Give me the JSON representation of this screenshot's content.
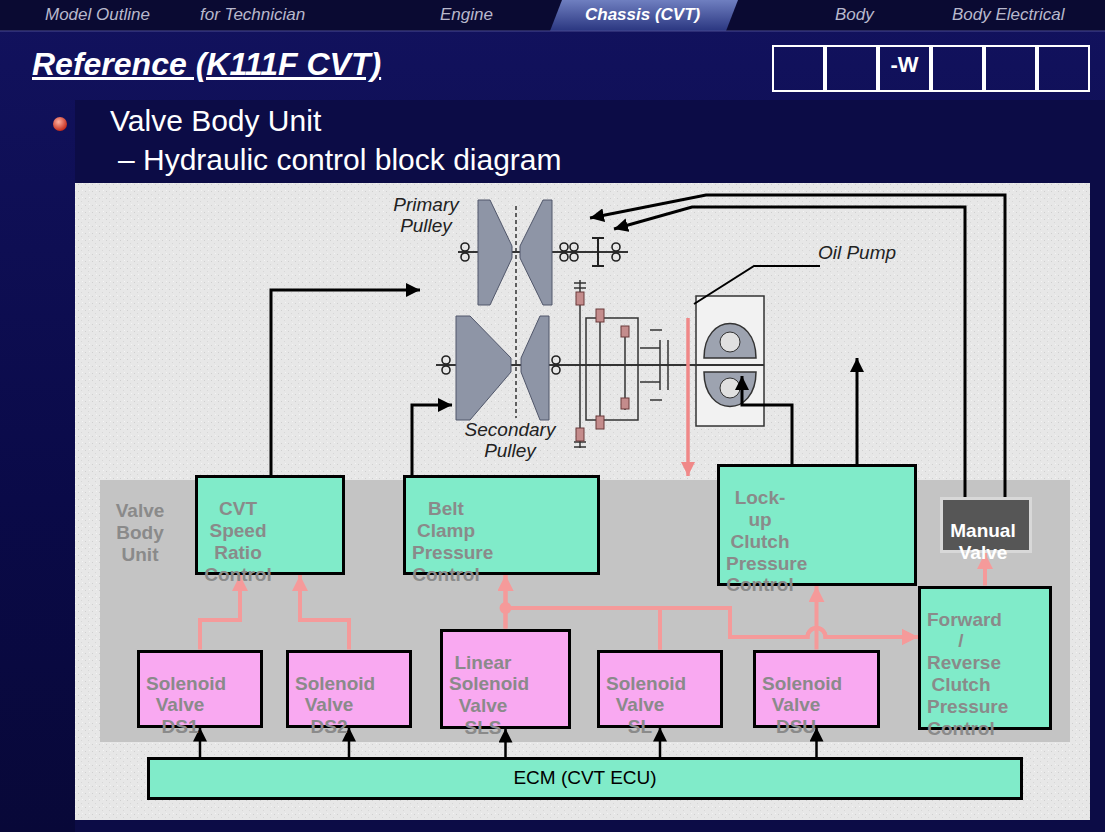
{
  "diagram": {
    "title": "Reference (K111F CVT)",
    "nodes": [
      {
        "text": [
          "Valve Body Unit"
        ]
      },
      {
        "text": [
          "CVT Speed Ratio Control"
        ],
        "in": 0
      },
      {
        "text": [
          "Belt Clamp Pressure Control"
        ],
        "in": 0
      },
      {
        "text": [
          "Lock-up Clutch Pressure Control"
        ],
        "in": 0
      },
      {
        "text": [
          "Manual Valve"
        ],
        "in": 0
      },
      {
        "text": [
          "Forward / Reverse Clutch Pressure Control"
        ],
        "in": 0
      },
      {
        "text": [
          "Solenoid Valve DS1"
        ],
        "in": 0
      },
      {
        "text": [
          "Solenoid Valve DS2"
        ],
        "in": 0
      },
      {
        "text": [
          "Linear Solenoid Valve SLS"
        ],
        "in": 0
      },
      {
        "text": [
          "Solenoid Valve SL"
        ],
        "in": 0
      },
      {
        "text": [
          "Solenoid Valve DSU"
        ],
        "in": 0
      },
      {
        "text": [
          "ECM (CVT ECU)"
        ]
      }
    ],
    "edges": [
      {
        "from": 11,
        "to": 6,
        "arrow": "to"
      },
      {
        "from": 11,
        "to": 7,
        "arrow": "to"
      },
      {
        "from": 11,
        "to": 8,
        "arrow": "to"
      },
      {
        "from": 11,
        "to": 9,
        "arrow": "to"
      },
      {
        "from": 11,
        "to": 10,
        "arrow": "to"
      },
      {
        "from": 6,
        "to": 1,
        "arrow": "to"
      },
      {
        "from": 7,
        "to": 1,
        "arrow": "to"
      },
      {
        "from": 8,
        "to": 2,
        "arrow": "to"
      },
      {
        "from": 8,
        "to": 5,
        "arrow": "to"
      },
      {
        "from": 9,
        "to": 5,
        "arrow": "to"
      },
      {
        "from": 9,
        "to": 2,
        "arrow": "to"
      },
      {
        "from": 10,
        "to": 3,
        "arrow": "to"
      },
      {
        "from": 5,
        "to": 4,
        "arrow": "to"
      }
    ],
    "labels": [
      "Model Outline",
      "for Technician",
      "Engine",
      "Chassis (CVT)",
      "Body",
      "Body Electrical",
      "-W",
      "Valve Body Unit",
      "– Hydraulic control block diagram",
      "Primary Pulley",
      "Oil Pump",
      "Secondary Pulley"
    ]
  }
}
